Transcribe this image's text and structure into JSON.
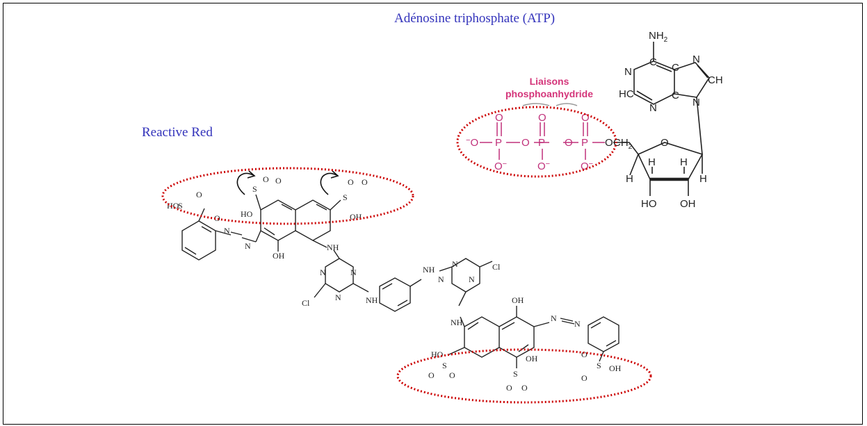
{
  "titles": {
    "atp": "Adénosine triphosphate (ATP)",
    "reactive_red": "Reactive Red"
  },
  "atp_labels": {
    "bond_label_line1": "Liaisons",
    "bond_label_line2": "phosphoanhydride",
    "amine": "NH",
    "amine_sub": "2",
    "n": "N",
    "c": "C",
    "ch": "CH",
    "hc": "HC",
    "p": "P",
    "o": "O",
    "o_minus": "O",
    "minus": "−",
    "ch2": "CH",
    "ch2_sub": "2",
    "h": "H",
    "ho": "HO",
    "oh": "OH"
  },
  "dye_labels": {
    "s": "S",
    "o": "O",
    "oh": "OH",
    "ho": "HO",
    "nh": "NH",
    "n": "N",
    "cl": "Cl"
  },
  "colors": {
    "title": "#3333bb",
    "highlight": "#cc0000",
    "bond_label": "#d4357a",
    "phosphate": "#c0307a",
    "line": "#222222"
  }
}
